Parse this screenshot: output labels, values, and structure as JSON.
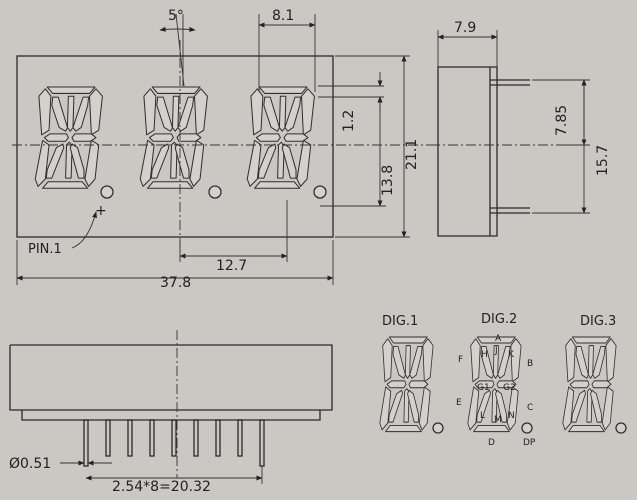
{
  "dimensions": {
    "tilt": "5°",
    "digit_pitch_top": "8.1",
    "side_depth": "7.9",
    "seg_gap": "1.2",
    "char_height": "13.8",
    "body_height": "21.1",
    "pin_row_offset": "7.85",
    "pin_span": "15.7",
    "pitch": "12.7",
    "body_width": "37.8",
    "pin_diameter": "Ø0.51",
    "pin_spacing": "2.54*8=20.32"
  },
  "labels": {
    "pin1": "PIN.1",
    "dig1": "DIG.1",
    "dig2": "DIG.2",
    "dig3": "DIG.3"
  },
  "segments": {
    "a": "A",
    "b": "B",
    "c": "C",
    "d": "D",
    "e": "E",
    "f": "F",
    "g1": "G1",
    "g2": "G2",
    "h": "H",
    "j": "J",
    "k": "K",
    "l": "L",
    "m": "M",
    "n": "N",
    "dp": "DP"
  }
}
